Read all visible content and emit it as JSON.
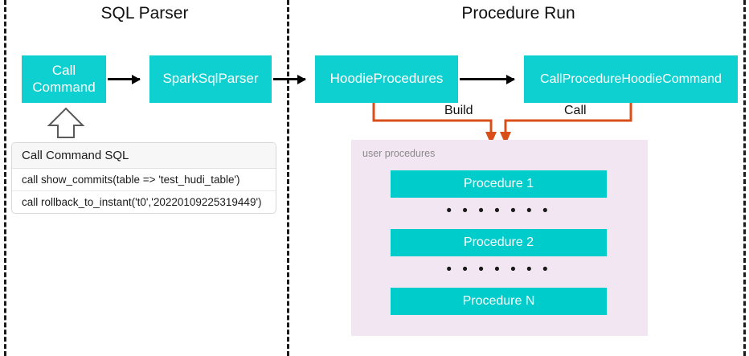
{
  "sections": [
    {
      "title": "SQL Parser"
    },
    {
      "title": "Procedure Run"
    }
  ],
  "nodes": {
    "call_command": "Call\nCommand",
    "spark_sql_parser": "SparkSqlParser",
    "hoodie_procedures": "HoodieProcedures",
    "call_procedure_hoodie_command": "CallProcedureHoodieCommand"
  },
  "sql_table": {
    "header": "Call Command SQL",
    "rows": [
      "call show_commits(table => 'test_hudi_table')",
      "call rollback_to_instant('t0','20220109225319449')"
    ]
  },
  "connectors": {
    "build_label": "Build",
    "call_label": "Call"
  },
  "user_procedures": {
    "label": "user procedures",
    "items": [
      "Procedure 1",
      "Procedure 2",
      "Procedure N"
    ],
    "ellipsis": "• • • • • • •"
  },
  "colors": {
    "teal": "#0ed0d0",
    "procedure_teal": "#00cccc",
    "panel_lavender": "#f3e6f3",
    "connector_orange": "#d94f1a",
    "arrow_black": "#000000",
    "divider_black": "#1a1a1a"
  }
}
